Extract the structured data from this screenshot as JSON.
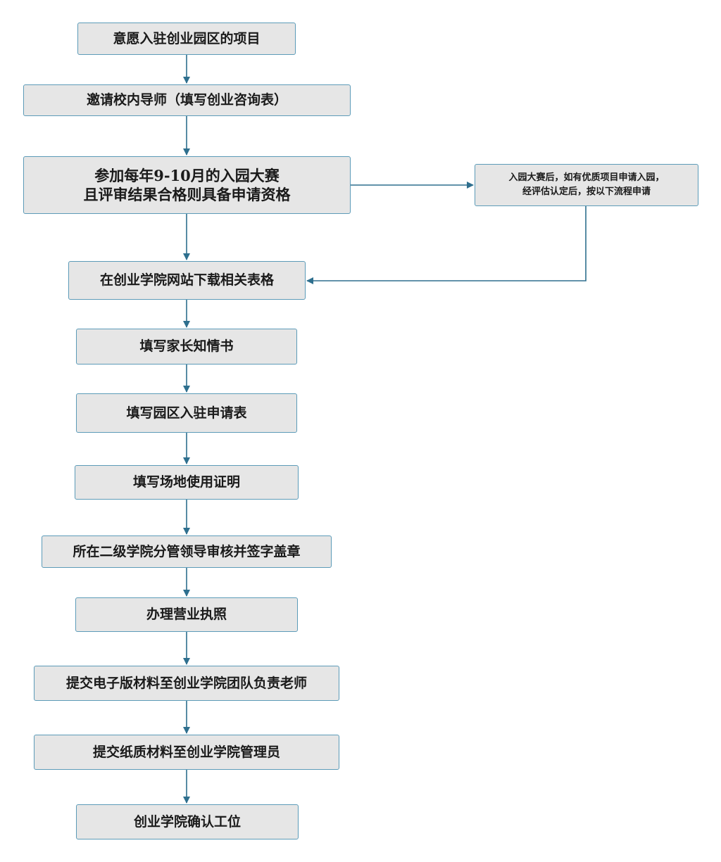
{
  "flowchart": {
    "steps": [
      {
        "id": "s1",
        "text": "意愿入驻创业园区的项目"
      },
      {
        "id": "s2",
        "text": "邀请校内导师（填写创业咨询表）"
      },
      {
        "id": "s3",
        "lines": [
          "参加每年9-10月的入园大赛",
          "且评审结果合格则具备申请资格"
        ]
      },
      {
        "id": "s4",
        "text": "在创业学院网站下载相关表格"
      },
      {
        "id": "s5",
        "text": "填写家长知情书"
      },
      {
        "id": "s6",
        "text": "填写园区入驻申请表"
      },
      {
        "id": "s7",
        "text": "填写场地使用证明"
      },
      {
        "id": "s8",
        "text": "所在二级学院分管领导审核并签字盖章"
      },
      {
        "id": "s9",
        "text": "办理营业执照"
      },
      {
        "id": "s10",
        "text": "提交电子版材料至创业学院团队负责老师"
      },
      {
        "id": "s11",
        "text": "提交纸质材料至创业学院管理员"
      },
      {
        "id": "s12",
        "text": "创业学院确认工位"
      }
    ],
    "side_note": {
      "lines": [
        "入园大赛后，如有优质项目申请入园，",
        "经评估认定后，按以下流程申请"
      ]
    },
    "colors": {
      "box_fill": "#e6e6e6",
      "box_border": "#5c9bb8",
      "connector": "#2e6f8e",
      "text": "#1a1a1a"
    }
  }
}
